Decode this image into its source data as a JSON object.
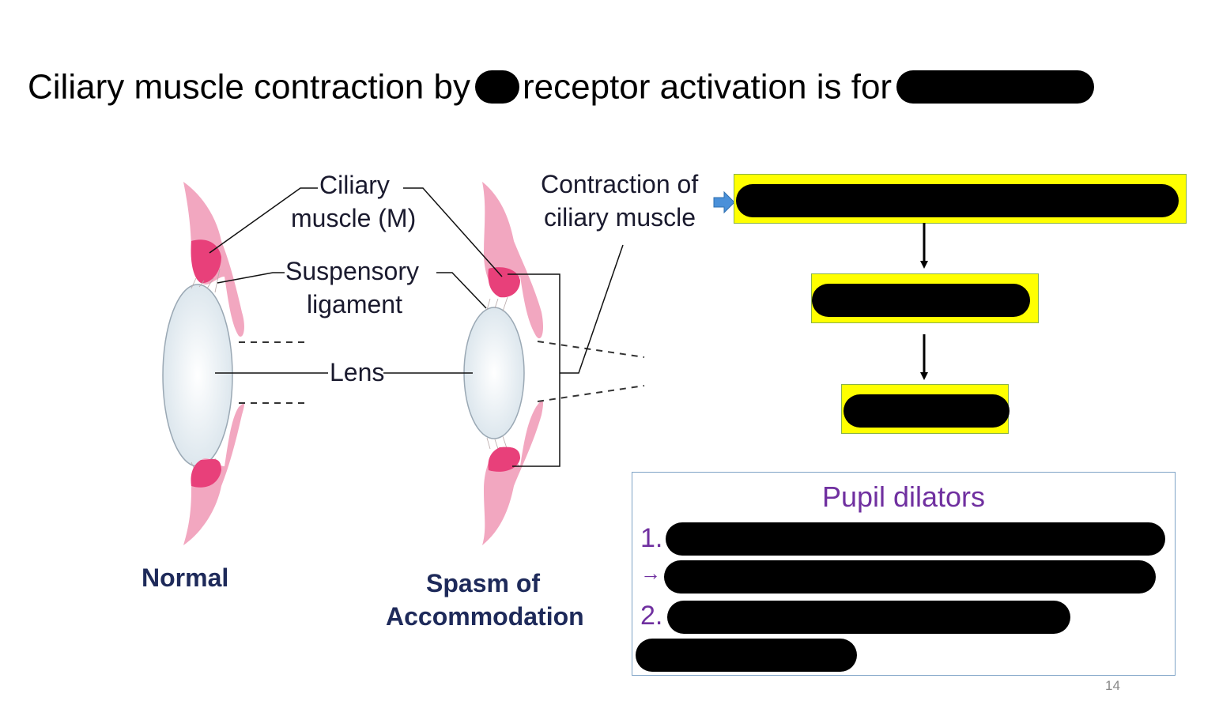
{
  "slide": {
    "title_part1": "Ciliary muscle contraction by",
    "title_part2": "receptor activation is for",
    "page_number": "14"
  },
  "figure": {
    "label_ciliary": "Ciliary",
    "label_muscle_m": "muscle (M)",
    "label_suspensory": "Suspensory",
    "label_ligament": "ligament",
    "label_lens": "Lens",
    "label_contraction_1": "Contraction of",
    "label_contraction_2": "ciliary muscle",
    "caption_normal": "Normal",
    "caption_spasm_1": "Spasm of",
    "caption_spasm_2": "Accommodation",
    "colors": {
      "muscle": "#e8407a",
      "lens": "#dde8ee",
      "label": "#1e2a5a"
    }
  },
  "flow": {
    "box_color": "#ffff00",
    "pointer_color": "#4a90d9"
  },
  "panel": {
    "title": "Pupil dilators",
    "item1_number": "1.",
    "arrow": "→",
    "item2_number": "2.",
    "accent_color": "#7030a0"
  }
}
